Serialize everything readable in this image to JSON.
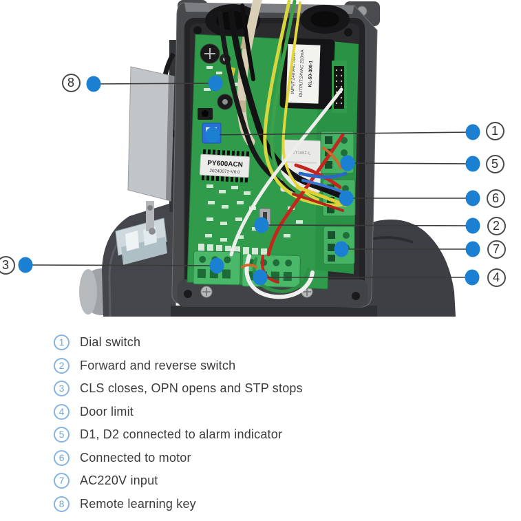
{
  "figure": {
    "description": "Gate opener control box interior photo with numbered part callouts",
    "chip_label": {
      "line1": "PY600ACN",
      "line2": "20240072-V6.0"
    },
    "transformer_label": {
      "line1": "INPUT:240VAC 50Hz",
      "line2": "OUTPUT:24VAC 210mA",
      "line3": "KL-50-306-1"
    },
    "relay_label": "JT105F-L",
    "colors": {
      "callout_dot": "#1b7fd2",
      "callout_ring": "#4a4a4a",
      "legend_accent": "#85b4e2",
      "pcb_green": "#2f9b4b",
      "terminal_green": "#45b264",
      "enclosure_gray": "#48494d"
    }
  },
  "callouts": [
    {
      "num": "1",
      "label": "Dial switch"
    },
    {
      "num": "2",
      "label": "Forward and reverse switch"
    },
    {
      "num": "3",
      "label": "CLS closes, OPN opens and STP stops"
    },
    {
      "num": "4",
      "label": "Door limit"
    },
    {
      "num": "5",
      "label": "D1, D2 connected to alarm indicator"
    },
    {
      "num": "6",
      "label": "Connected to motor"
    },
    {
      "num": "7",
      "label": "AC220V input"
    },
    {
      "num": "8",
      "label": "Remote learning key"
    }
  ]
}
